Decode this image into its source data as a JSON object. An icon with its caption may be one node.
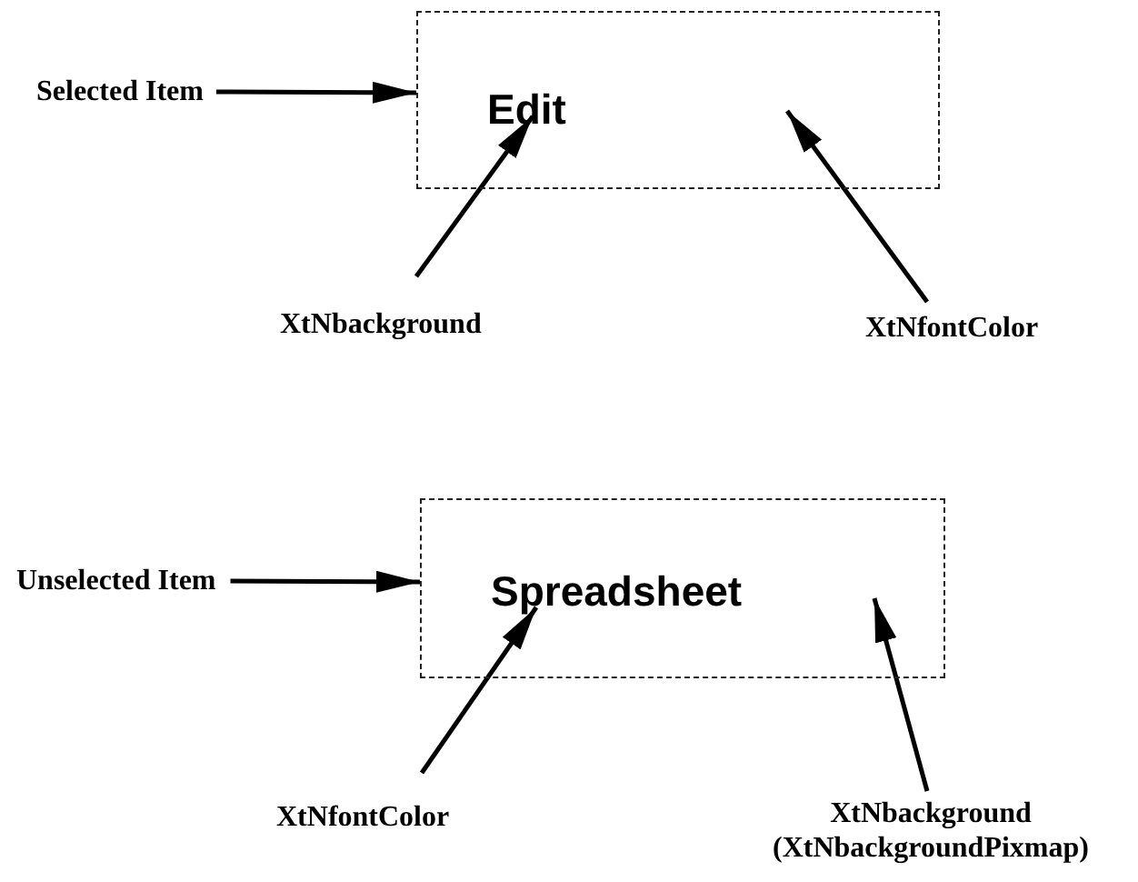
{
  "diagram": {
    "nodes": [
      {
        "text": [
          "Selected Item"
        ]
      },
      {
        "text": [
          "Edit"
        ]
      },
      {
        "text": [
          "XtNbackground"
        ]
      },
      {
        "text": [
          "XtNfontColor"
        ]
      },
      {
        "text": [
          "Unselected Item"
        ]
      },
      {
        "text": [
          "Spreadsheet"
        ]
      },
      {
        "text": [
          "XtNfontColor"
        ]
      },
      {
        "text": [
          "XtNbackground (XtNbackgroundPixmap)"
        ]
      }
    ],
    "edges": [
      {
        "from": 0,
        "to": 1,
        "arrow": "to"
      },
      {
        "from": 2,
        "to": 1,
        "arrow": "to"
      },
      {
        "from": 3,
        "to": 1,
        "arrow": "to"
      },
      {
        "from": 4,
        "to": 5,
        "arrow": "to"
      },
      {
        "from": 6,
        "to": 5,
        "arrow": "to"
      },
      {
        "from": 7,
        "to": 5,
        "arrow": "to"
      }
    ]
  }
}
